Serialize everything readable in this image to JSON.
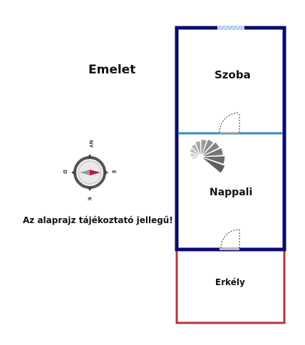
{
  "plan": {
    "floor_title": "Emelet",
    "disclaimer": "Az alaprajz tájékoztató jellegű!",
    "rooms": {
      "szoba": "Szoba",
      "nappali": "Nappali",
      "erkely": "Erkély"
    }
  },
  "compass": {
    "north": "NY",
    "east": "É",
    "south": "K",
    "west": "D"
  },
  "colors": {
    "outer_wall": "#0a0a6e",
    "inner_wall": "#2f8fc4",
    "balcony_wall": "#b03a3a",
    "window": "#8fc0e6",
    "compass_needle": "#c8104f",
    "stairs": "#6a6a6a"
  }
}
